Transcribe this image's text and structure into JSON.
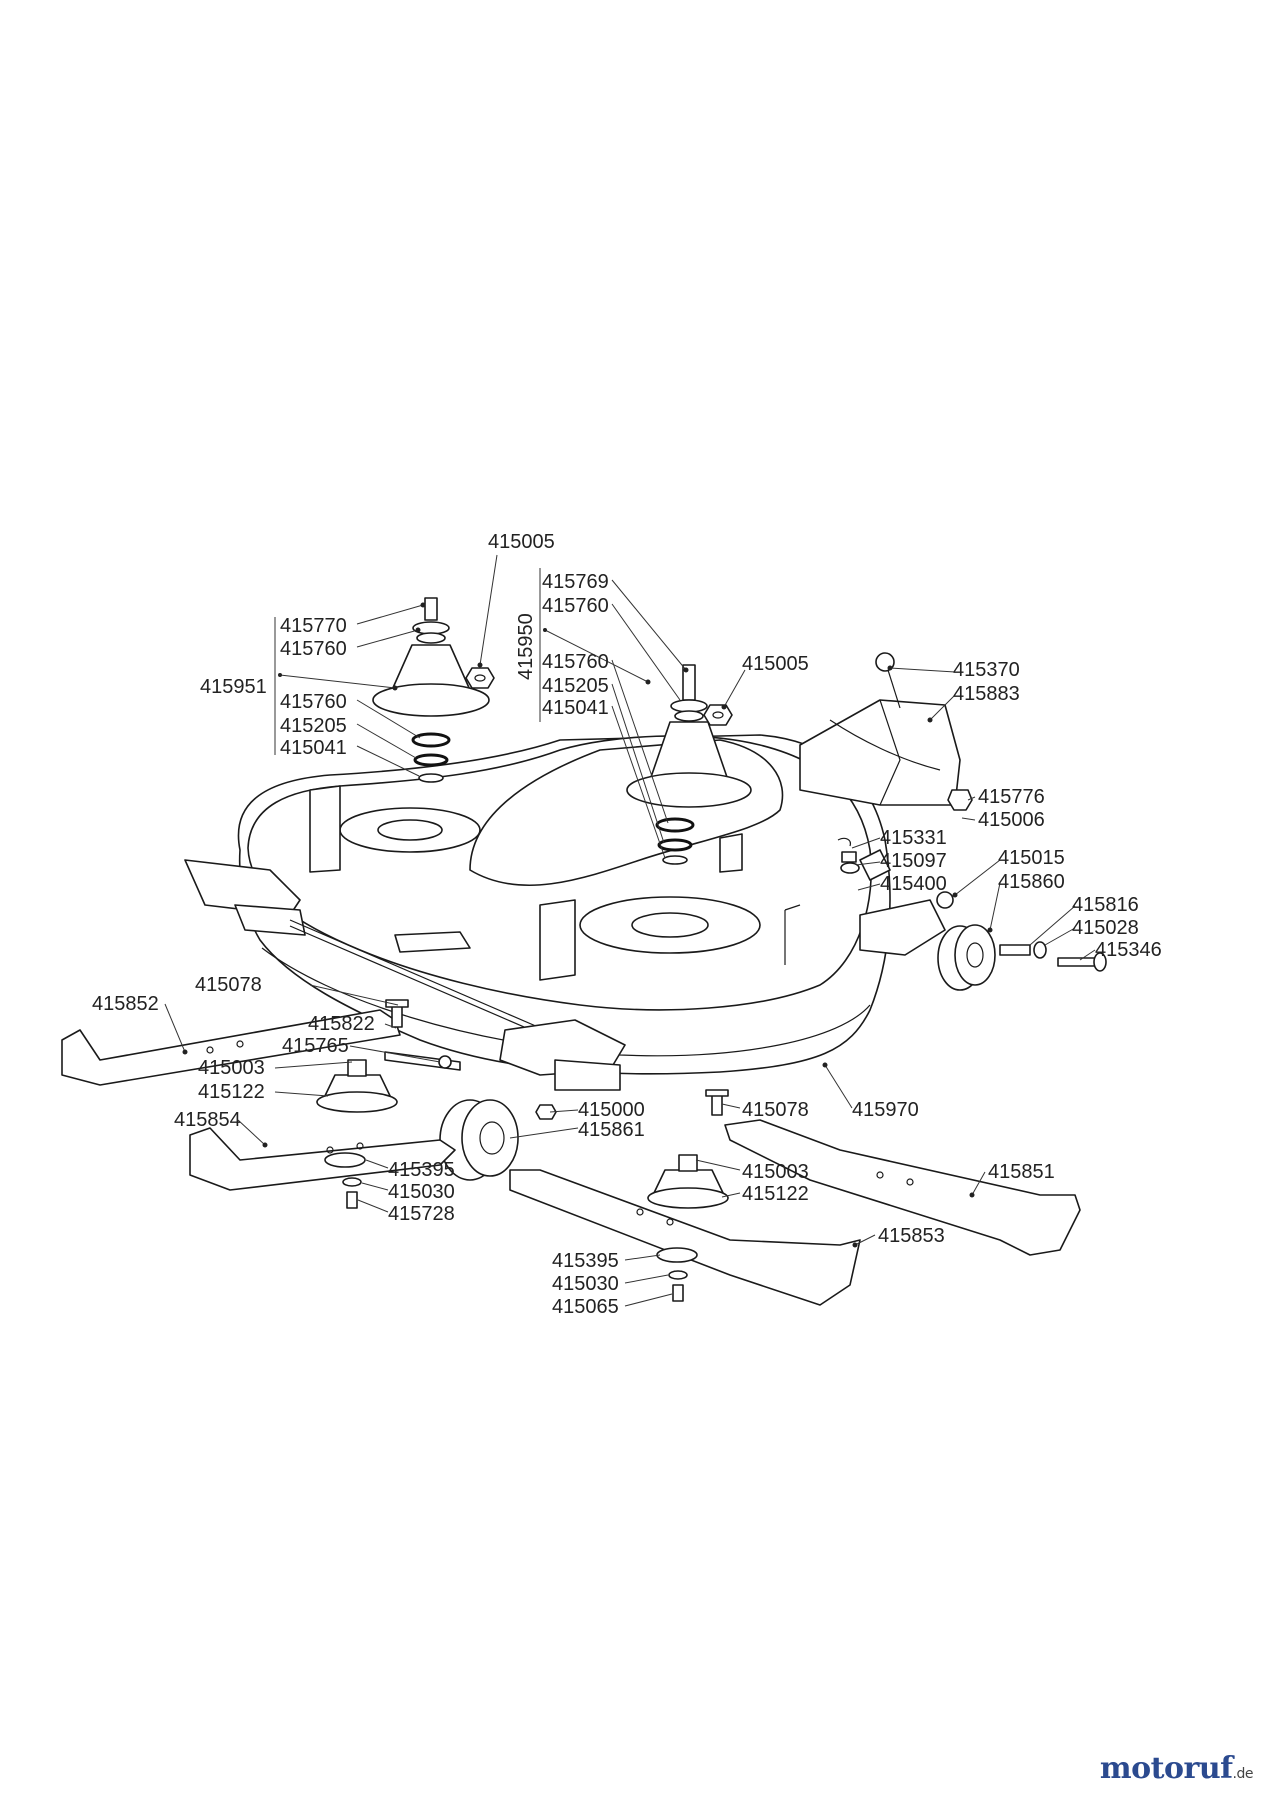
{
  "labels": {
    "l415005a": "415005",
    "l415770": "415770",
    "l415760a": "415760",
    "l415951": "415951",
    "l415760b": "415760",
    "l415205a": "415205",
    "l415041a": "415041",
    "l415769": "415769",
    "l415760c": "415760",
    "l415950": "415950",
    "l415760d": "415760",
    "l415205b": "415205",
    "l415041b": "415041",
    "l415005b": "415005",
    "l415370": "415370",
    "l415883": "415883",
    "l415776": "415776",
    "l415006": "415006",
    "l415331": "415331",
    "l415097": "415097",
    "l415400": "415400",
    "l415015": "415015",
    "l415860": "415860",
    "l415816": "415816",
    "l415028": "415028",
    "l415346": "415346",
    "l415078a": "415078",
    "l415852": "415852",
    "l415822": "415822",
    "l415765": "415765",
    "l415003a": "415003",
    "l415122a": "415122",
    "l415854": "415854",
    "l415000": "415000",
    "l415078b": "415078",
    "l415970": "415970",
    "l415861": "415861",
    "l415395a": "415395",
    "l415030a": "415030",
    "l415728": "415728",
    "l415003b": "415003",
    "l415122b": "415122",
    "l415851": "415851",
    "l415853": "415853",
    "l415395b": "415395",
    "l415030b": "415030",
    "l415065": "415065"
  },
  "watermark": {
    "brand": "motoruf",
    "tld": ".de"
  }
}
